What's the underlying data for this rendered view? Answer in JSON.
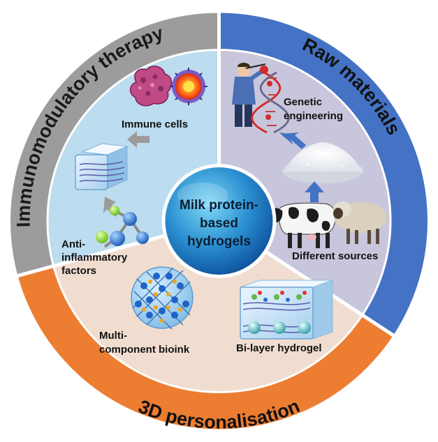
{
  "ring_labels": {
    "immunomodulatory": "Immunomodulatory therapy",
    "raw_materials": "Raw materials",
    "personalisation": "3D personalisation"
  },
  "center": {
    "line1": "Milk protein-",
    "line2": "based",
    "line3": "hydrogels"
  },
  "labels": {
    "immune_cells": "Immune cells",
    "anti_line1": "Anti-",
    "anti_line2": "inflammatory",
    "anti_line3": "factors",
    "genetic_line1": "Genetic",
    "genetic_line2": "engineering",
    "different_sources": "Different sources",
    "multi_line1": "Multi-",
    "multi_line2": "component bioink",
    "bilayer": "Bi-layer hydrogel"
  },
  "colors": {
    "ring_immunomodulatory": "#9c9c9c",
    "ring_raw_materials": "#4472c4",
    "ring_personalisation": "#ed7d31",
    "sector_immunomodulatory": "#bcdcef",
    "sector_raw_materials": "#c8c6dc",
    "sector_personalisation": "#f1ddd0",
    "arrow_blue": "#4472c4",
    "arrow_gray": "#9b9b9b"
  }
}
